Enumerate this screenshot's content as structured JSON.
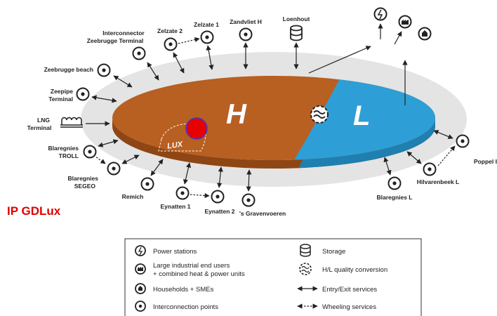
{
  "title": "IP GDLux",
  "zones": {
    "h_label": "H",
    "l_label": "L",
    "lux_label": "LUX"
  },
  "points": {
    "interconnector_line1": "Interconnector",
    "interconnector_line2": "Zeebrugge Terminal",
    "zelzate2": "Zelzate 2",
    "zelzate1": "Zelzate 1",
    "zandvliet": "Zandvliet H",
    "loenhout": "Loenhout",
    "zeebrugge_beach": "Zeebrugge beach",
    "zeepipe_line1": "Zeepipe",
    "zeepipe_line2": "Terminal",
    "lng_line1": "LNG",
    "lng_line2": "Terminal",
    "blaregnies_troll_line1": "Blaregnies",
    "blaregnies_troll_line2": "TROLL",
    "blaregnies_segeo_line1": "Blaregnies",
    "blaregnies_segeo_line2": "SEGEO",
    "remich": "Remich",
    "eynatten1": "Eynatten 1",
    "eynatten2": "Eynatten 2",
    "gravenvoeren": "'s Gravenvoeren",
    "blaregnies_l": "Blaregnies L",
    "hilvarenbeek": "Hilvarenbeek L",
    "poppel": "Poppel I"
  },
  "legend": {
    "power_stations": "Power stations",
    "industrial_line1": "Large industrial end users",
    "industrial_line2": "+ combined heat & power units",
    "households": "Households + SMEs",
    "interconnection": "Interconnection points",
    "storage": "Storage",
    "quality_conversion": "H/L quality conversion",
    "entry_exit": "Entry/Exit services",
    "wheeling": "Wheeling services"
  },
  "colors": {
    "h_zone": "#b85f22",
    "l_zone": "#2d9fd6",
    "outer_ring": "#e4e4e4",
    "marker": "#e60000",
    "title": "#e00000"
  }
}
